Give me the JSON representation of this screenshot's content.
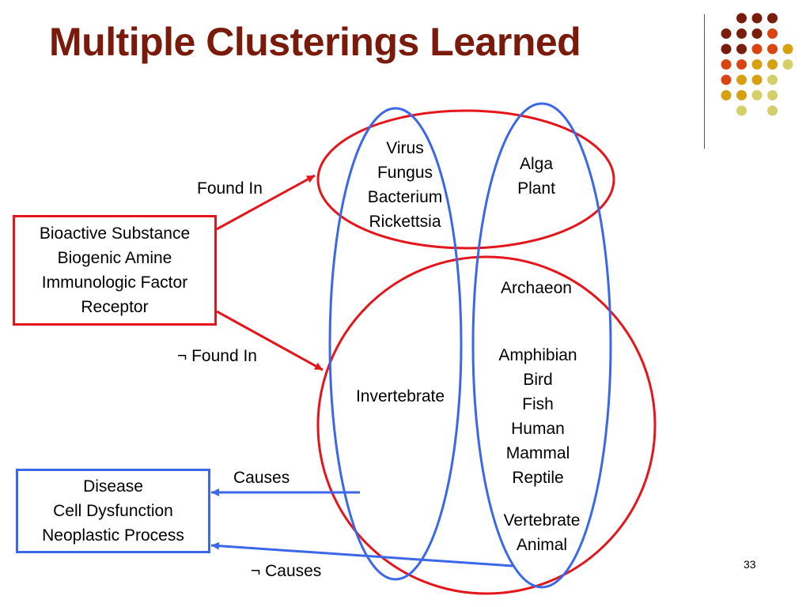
{
  "title": "Multiple Clusterings Learned",
  "colors": {
    "title": "#7a1a0a",
    "red": "#e3171b",
    "blue": "#3b67e8",
    "dot_dark": "#7b1d0c",
    "dot_orange": "#d94410",
    "dot_gold": "#d7a00f",
    "dot_pale": "#d5cf6a"
  },
  "source_box": {
    "items": [
      "Bioactive Substance",
      "Biogenic Amine",
      "Immunologic Factor",
      "Receptor"
    ]
  },
  "target_box": {
    "items": [
      "Disease",
      "Cell Dysfunction",
      "Neoplastic Process"
    ]
  },
  "edges": {
    "found_in": "Found In",
    "not_found_in": "¬ Found In",
    "causes": "Causes",
    "not_causes": "¬ Causes"
  },
  "clusters": {
    "top_left": [
      "Virus",
      "Fungus",
      "Bacterium",
      "Rickettsia"
    ],
    "top_right": [
      "Alga",
      "Plant"
    ],
    "archaeon": "Archaeon",
    "vertebrates": [
      "Amphibian",
      "Bird",
      "Fish",
      "Human",
      "Mammal",
      "Reptile"
    ],
    "invertebrate": "Invertebrate",
    "vertebrate_animal": [
      "Vertebrate",
      "Animal"
    ]
  },
  "page_number": "33"
}
